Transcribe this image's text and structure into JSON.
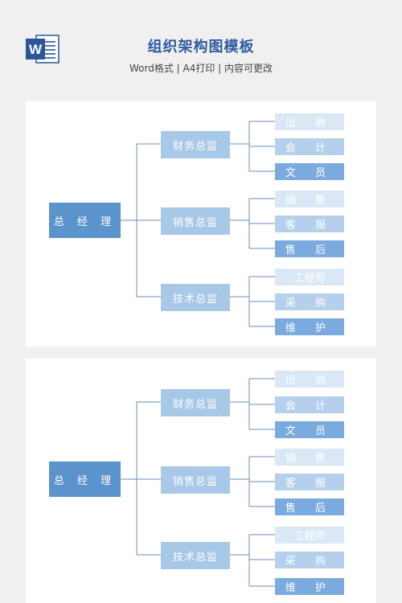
{
  "header": {
    "title": "组织架构图模板",
    "subtitle": "Word格式 | A4打印 | 内容可更改",
    "icon": "word-document-icon",
    "icon_letter": "W"
  },
  "org": {
    "ceo": "总 经 理",
    "directors": [
      {
        "label": "财务总监",
        "members": [
          "出  纳",
          "会  计",
          "文  员"
        ]
      },
      {
        "label": "销售总监",
        "members": [
          "销  售",
          "客  服",
          "售  后"
        ]
      },
      {
        "label": "技术总监",
        "members": [
          "工程师",
          "采  购",
          "维  护"
        ]
      }
    ]
  },
  "colors": {
    "ceo": "#5b93cd",
    "director": "#a8c8e8",
    "leaf_light": "#dae8f5",
    "leaf_mid": "#b4d0ec",
    "leaf_dark": "#7aaade",
    "connector": "#6b8bb8",
    "title": "#2f5c9e"
  }
}
